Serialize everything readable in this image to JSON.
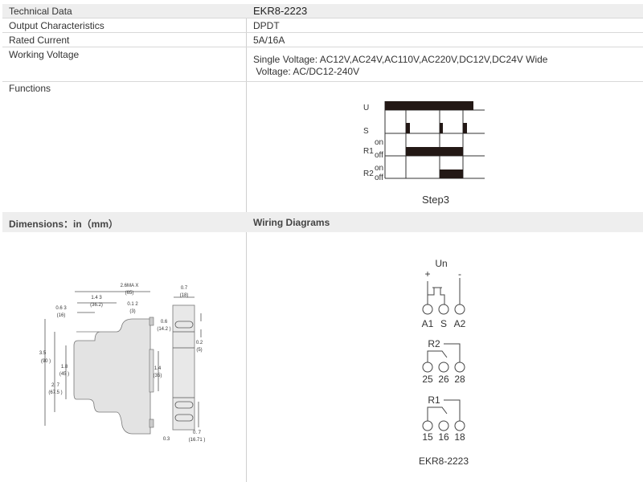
{
  "table": {
    "header": {
      "label": "Technical Data",
      "value": "EKR8-2223"
    },
    "rows": [
      {
        "label": "Output Characteristics",
        "value": "DPDT"
      },
      {
        "label": "Rated Current",
        "value": "5A/16A"
      },
      {
        "label": "Working Voltage",
        "value": "Single Voltage: AC12V,AC24V,AC110V,AC220V,DC12V,DC24V Wide",
        "value2": " Voltage: AC/DC12-240V"
      },
      {
        "label": "Functions"
      }
    ]
  },
  "timing": {
    "labels": {
      "u": "U",
      "s": "S",
      "r1": "R1",
      "r2": "R2",
      "on": "on",
      "off": "off"
    },
    "caption": "Step3"
  },
  "section2": {
    "dimensions": "Dimensions：in（mm）",
    "wiring": "Wiring Diagrams"
  },
  "dims": {
    "width_max": "2.6MA X",
    "width_max_mm": "(65)",
    "d143": "1.4 3",
    "d143mm": "(36.2)",
    "d063": "0.6 3",
    "d063mm": "(16)",
    "d012": "0.1 2",
    "d012mm": "(3)",
    "d06": "0.6",
    "d06mm": "(14.2 )",
    "d07": "0.7",
    "d07mm": "(18)",
    "d35": "3.5",
    "d35mm": "(90 )",
    "d18": "1.8",
    "d18mm": "(45 )",
    "d27": "2. 7",
    "d27mm": "(67.5 )",
    "d14": "1.4",
    "d14mm": "(35)",
    "d02": "0.2",
    "d02mm": "(5)",
    "d03": "0.3",
    "d07b": "0. 7",
    "d07bmm": "(16.71 )"
  },
  "wiring": {
    "un": "Un",
    "plus": "+",
    "minus": "-",
    "terms1": [
      "A1",
      "S",
      "A2"
    ],
    "r2": "R2",
    "terms2": [
      "25",
      "26",
      "28"
    ],
    "r1": "R1",
    "terms3": [
      "15",
      "16",
      "18"
    ],
    "model": "EKR8-2223"
  }
}
